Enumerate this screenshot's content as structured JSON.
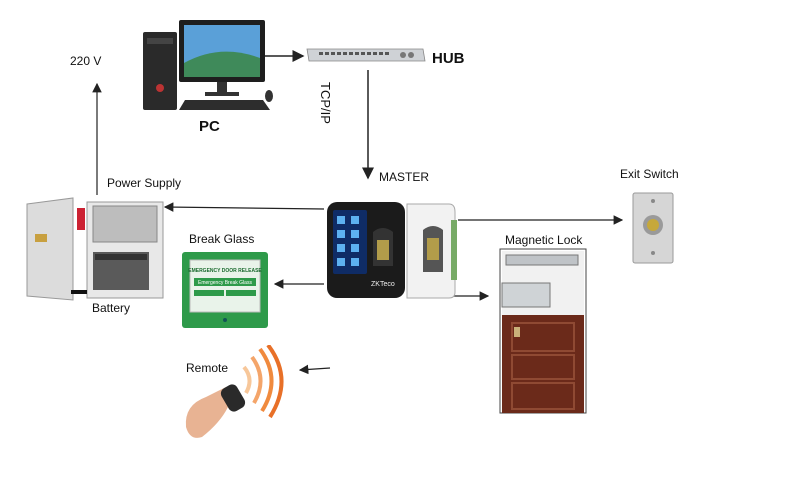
{
  "labels": {
    "power_input": "220 V",
    "pc": "PC",
    "hub": "HUB",
    "link": "TCP/IP",
    "master": "MASTER",
    "exit_switch": "Exit Switch",
    "power_supply": "Power Supply",
    "break_glass": "Break Glass",
    "magnetic_lock": "Magnetic Lock",
    "battery": "Battery",
    "remote": "Remote"
  },
  "device_text": {
    "break_glass_title": "EMERGENCY DOOR RELEASE",
    "break_glass_sub": "Emergency Break Glass",
    "reader_brand": "ZKTeco"
  },
  "colors": {
    "wire": "#222222",
    "break_glass_green": "#2e9a4a",
    "door_wood": "#6b2a1a",
    "reader_body": "#1b1b1b"
  }
}
